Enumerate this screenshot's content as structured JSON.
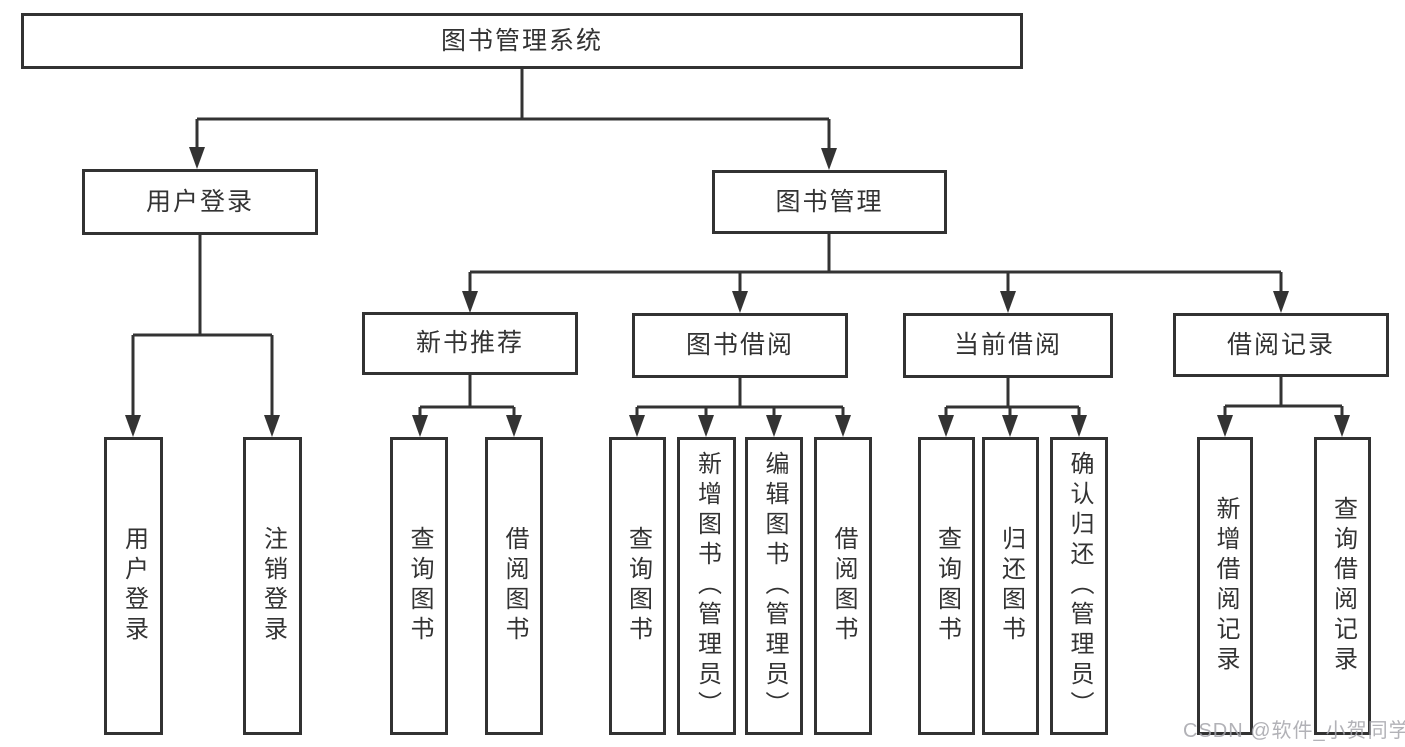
{
  "tree": {
    "label": "图书管理系统",
    "children": [
      {
        "label": "用户登录",
        "children": [
          {
            "label": "用户登录"
          },
          {
            "label": "注销登录"
          }
        ]
      },
      {
        "label": "图书管理",
        "children": [
          {
            "label": "新书推荐",
            "children": [
              {
                "label": "查询图书"
              },
              {
                "label": "借阅图书"
              }
            ]
          },
          {
            "label": "图书借阅",
            "children": [
              {
                "label": "查询图书"
              },
              {
                "label": "新增图书（管理员）"
              },
              {
                "label": "编辑图书（管理员）"
              },
              {
                "label": "借阅图书"
              }
            ]
          },
          {
            "label": "当前借阅",
            "children": [
              {
                "label": "查询图书"
              },
              {
                "label": "归还图书"
              },
              {
                "label": "确认归还（管理员）"
              }
            ]
          },
          {
            "label": "借阅记录",
            "children": [
              {
                "label": "新增借阅记录"
              },
              {
                "label": "查询借阅记录"
              }
            ]
          }
        ]
      }
    ]
  },
  "watermark": "CSDN @软件_小贺同学",
  "colors": {
    "line": "#333333",
    "box_border": "#323232",
    "text": "#333333",
    "background": "#ffffff",
    "watermark": "#a4a4aa"
  }
}
